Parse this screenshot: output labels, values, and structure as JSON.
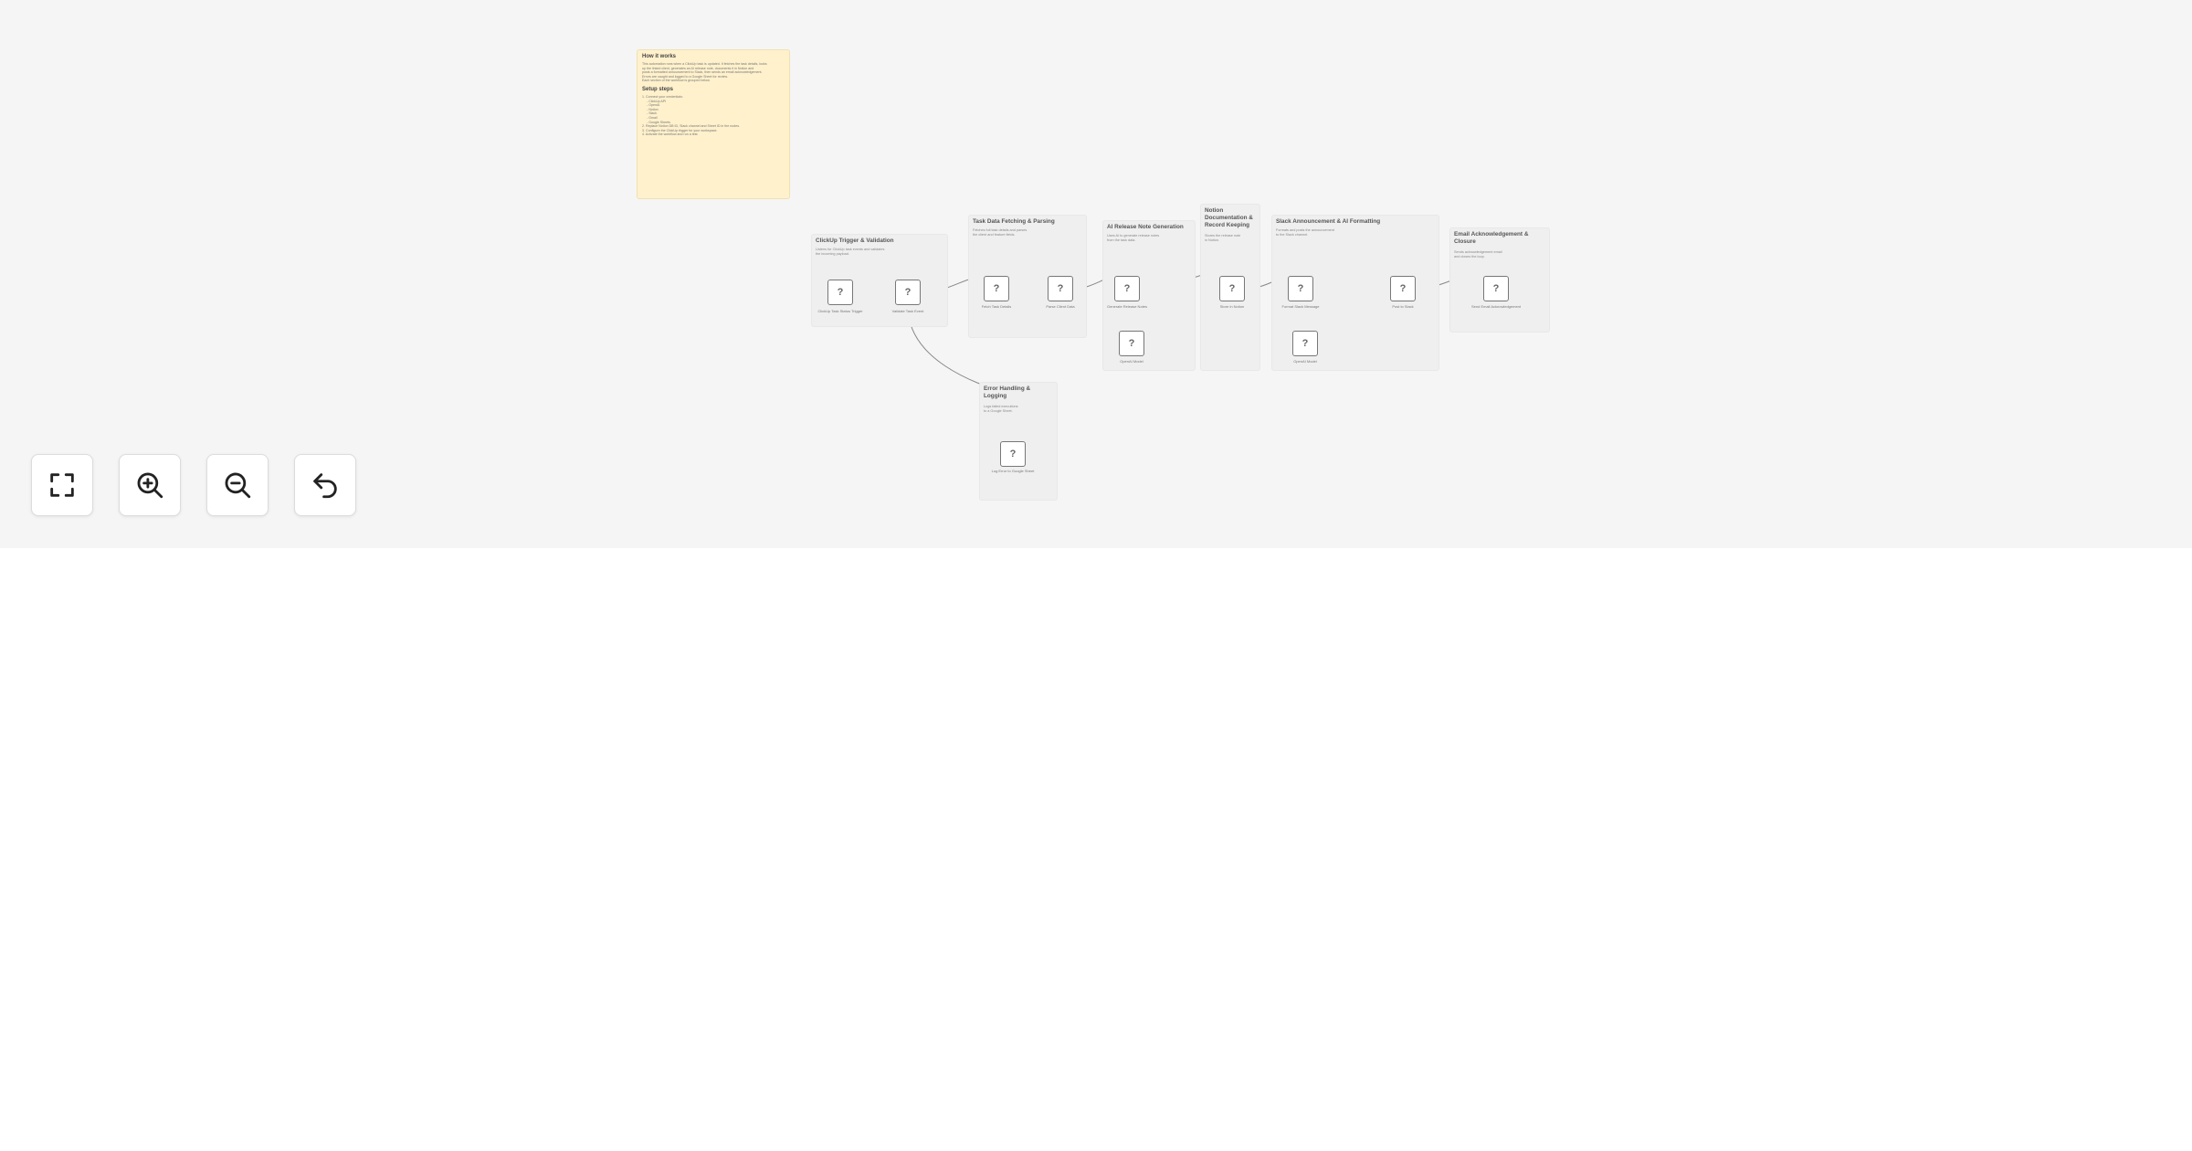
{
  "note": {
    "heading": "How it works",
    "body": [
      "This automation runs when a ClickUp task is updated. It fetches the task details, looks",
      "up the linked client, generates an AI release note, documents it in Notion and",
      "posts a formatted announcement to Slack, then sends an email acknowledgement.",
      "Errors are caught and logged to a Google Sheet for review.",
      "Each section of the workflow is grouped below."
    ],
    "setup_heading": "Setup steps",
    "setup": [
      "1. Connect your credentials:",
      "   - ClickUp API",
      "   - OpenAI",
      "   - Notion",
      "   - Slack",
      "   - Gmail",
      "   - Google Sheets",
      "2. Replace Notion DB ID, Slack channel and Sheet ID in the nodes.",
      "3. Configure the ClickUp trigger for your workspace.",
      "4. Activate the workflow and run a test."
    ]
  },
  "groups": [
    {
      "title": "ClickUp Trigger & Validation",
      "desc": [
        "Listens for ClickUp task events and validates",
        "the incoming payload."
      ]
    },
    {
      "title": "Task Data Fetching & Parsing",
      "desc": [
        "Fetches full task details and parses",
        "the client and feature fields."
      ]
    },
    {
      "title": "AI Release Note Generation",
      "desc": [
        "Uses AI to generate release notes",
        "from the task data."
      ]
    },
    {
      "title": "Notion Documentation & Record Keeping",
      "desc": [
        "Stores the release note",
        "in Notion."
      ]
    },
    {
      "title": "Slack Announcement & AI Formatting",
      "desc": [
        "Formats and posts the announcement",
        "to the Slack channel."
      ]
    },
    {
      "title": "Email Acknowledgement & Closure",
      "desc": [
        "Sends acknowledgement email",
        "and closes the loop."
      ]
    },
    {
      "title": "Error Handling & Logging",
      "desc": [
        "Logs failed executions",
        "to a Google Sheet."
      ]
    }
  ],
  "nodes": [
    {
      "label": "ClickUp Task Status Trigger"
    },
    {
      "label": "Validate Task Event"
    },
    {
      "label": "Fetch Task Details"
    },
    {
      "label": "Parse Client Data"
    },
    {
      "label": "Generate Release Notes"
    },
    {
      "label": "OpenAI Model"
    },
    {
      "label": "Store in Notion"
    },
    {
      "label": "Format Slack Message"
    },
    {
      "label": "OpenAI Model"
    },
    {
      "label": "Post to Slack"
    },
    {
      "label": "Send Email Acknowledgement"
    },
    {
      "label": "Log Error to Google Sheet"
    }
  ],
  "icons": {
    "node": "question-mark",
    "fit_view": "fullscreen-icon",
    "zoom_in": "zoom-in-icon",
    "zoom_out": "zoom-out-icon",
    "reset": "undo-icon"
  },
  "node_glyph": "?",
  "colors": {
    "canvas": "#f5f5f5",
    "note": "#fff1cc",
    "group": "#efefef",
    "node_border": "#777777",
    "edge": "#888888"
  }
}
